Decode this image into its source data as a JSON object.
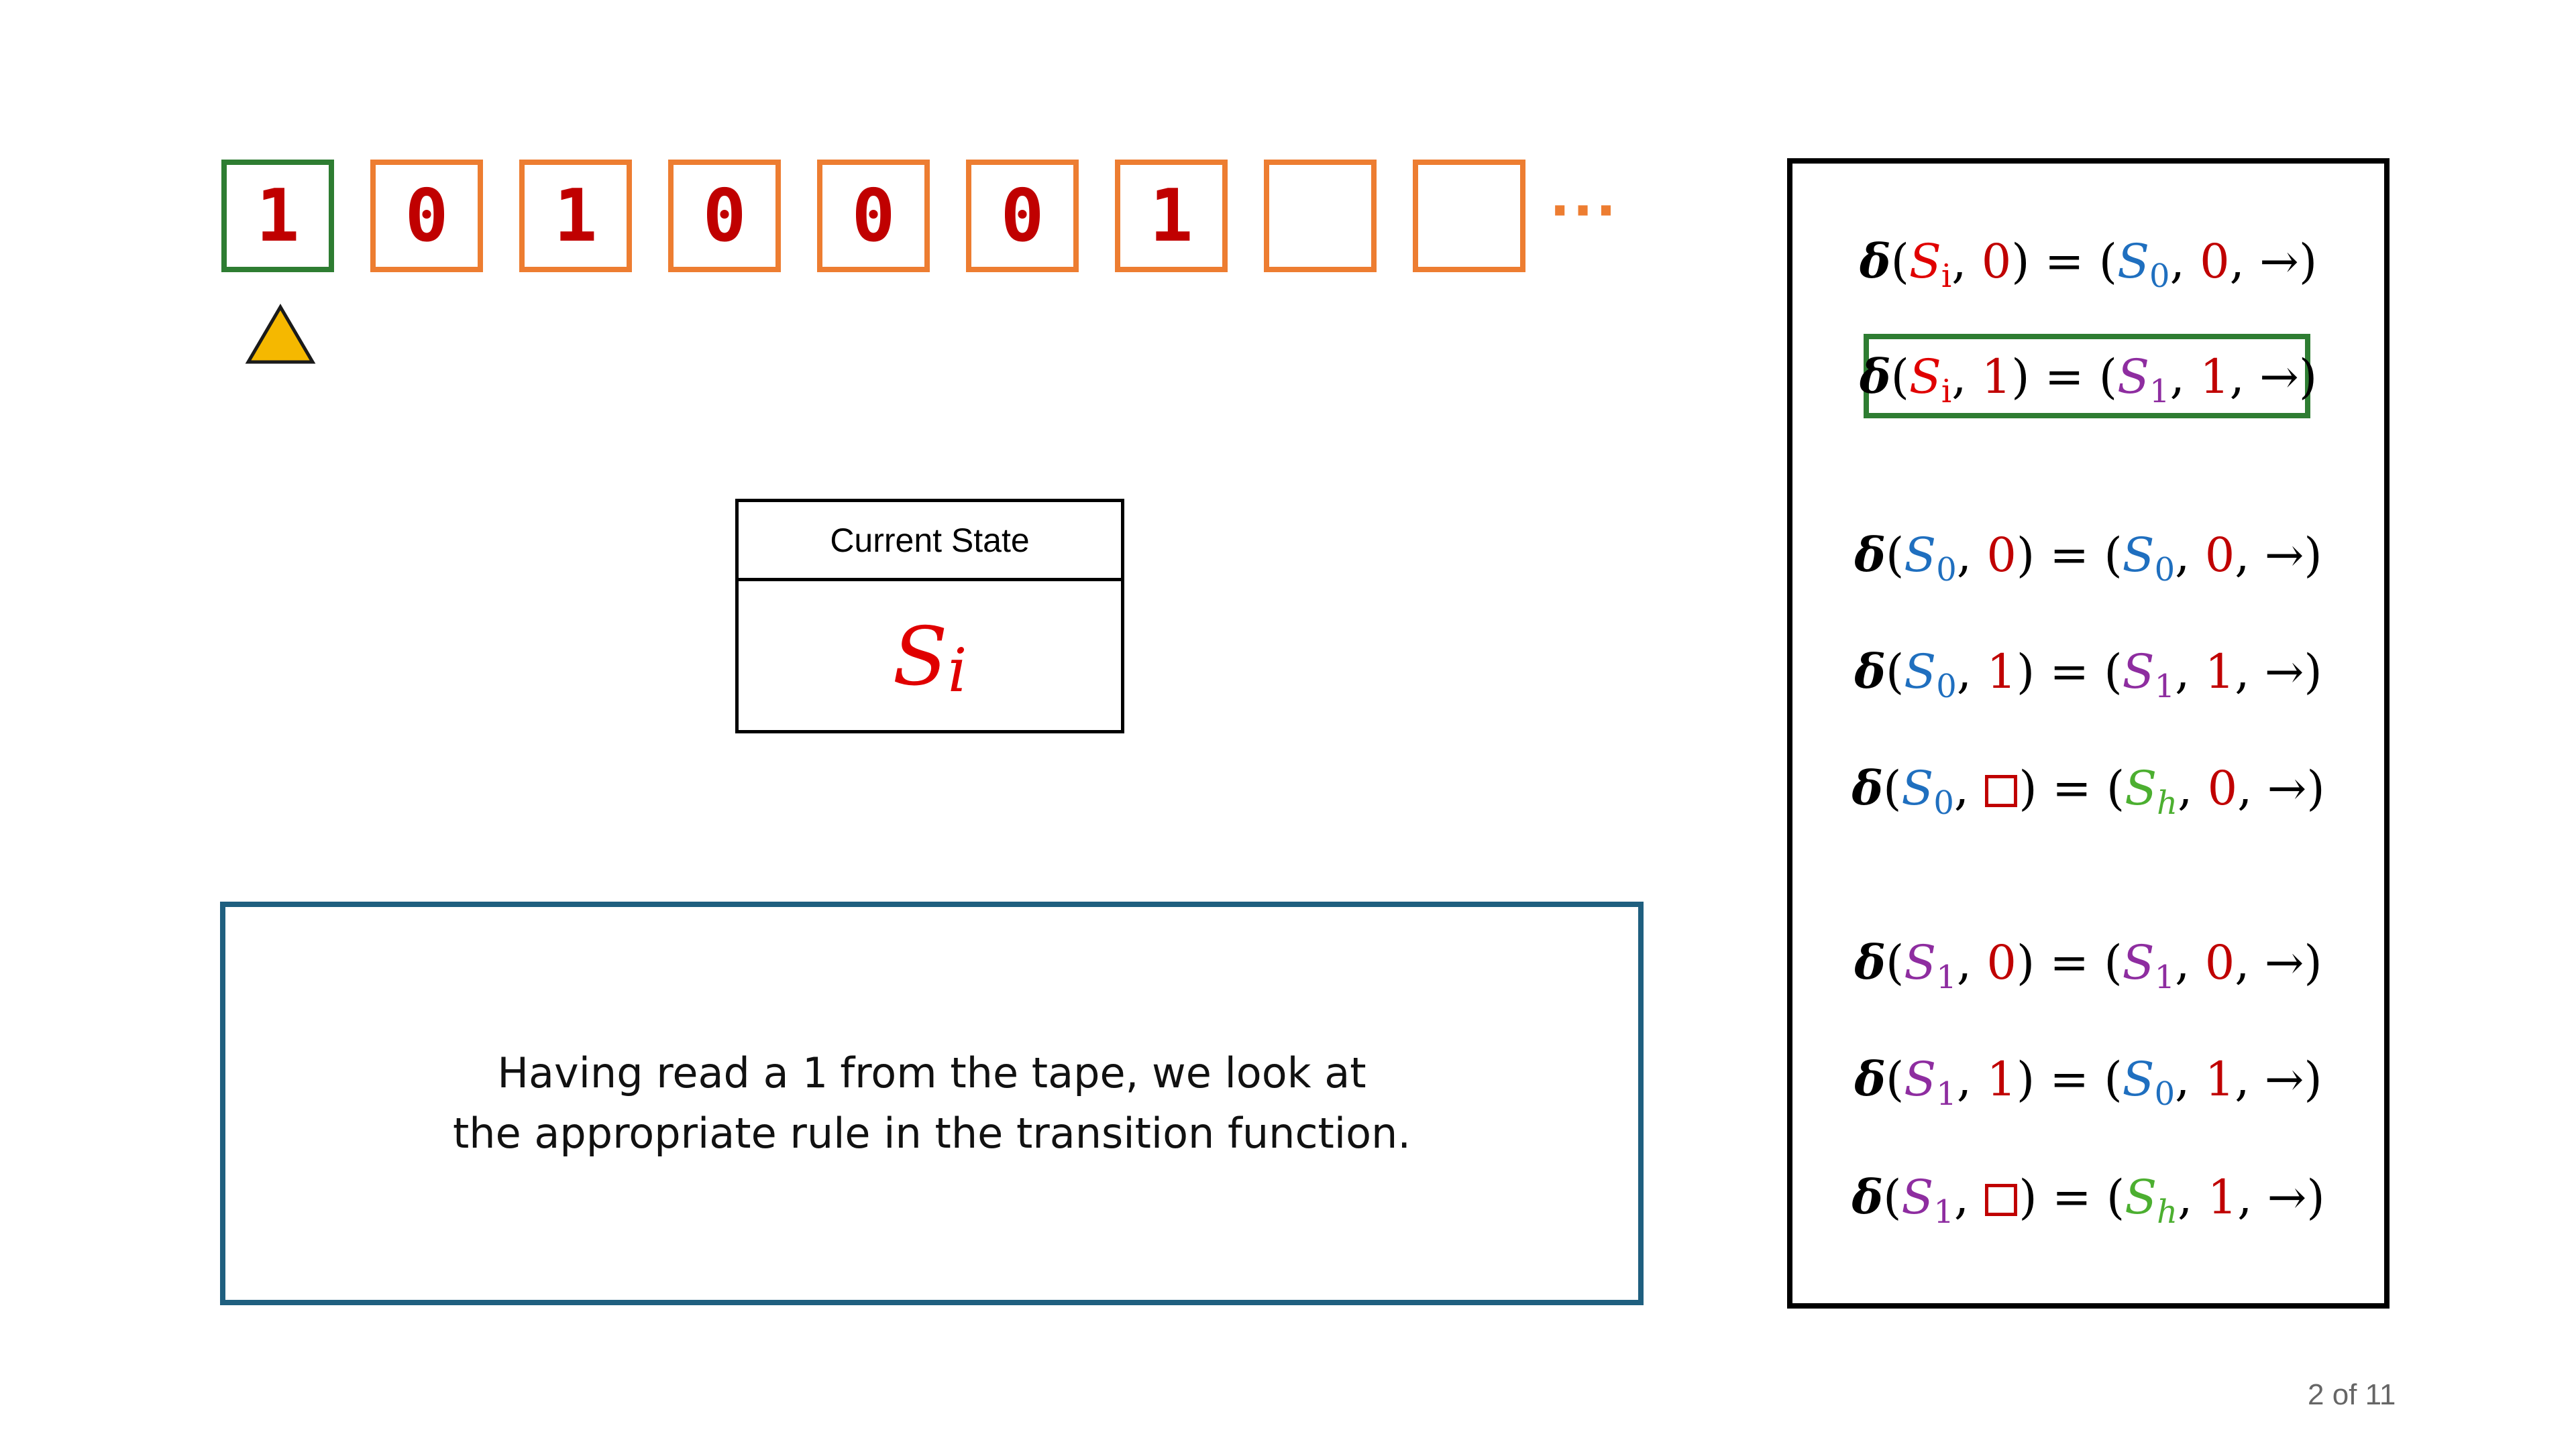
{
  "tape": {
    "cells": [
      "1",
      "0",
      "1",
      "0",
      "0",
      "0",
      "1",
      "",
      ""
    ],
    "ellipsis": "···",
    "head_index": 0
  },
  "state_box": {
    "header": "Current State",
    "state_symbol": "S",
    "state_subscript": "i"
  },
  "description": {
    "line1_before": "Having read a ",
    "line1_mono": "1",
    "line1_after": " from the tape, we look at",
    "line2": "the appropriate rule in the transition function."
  },
  "rules": [
    {
      "delta": "δ",
      "in_state_sub": "i",
      "in_symbol": "0",
      "out_state_sub": "0",
      "out_symbol": "0",
      "arrow": "→",
      "highlighted": false
    },
    {
      "delta": "δ",
      "in_state_sub": "i",
      "in_symbol": "1",
      "out_state_sub": "1",
      "out_symbol": "1",
      "arrow": "→",
      "highlighted": true
    },
    {
      "delta": "δ",
      "in_state_sub": "0",
      "in_symbol": "0",
      "out_state_sub": "0",
      "out_symbol": "0",
      "arrow": "→",
      "highlighted": false
    },
    {
      "delta": "δ",
      "in_state_sub": "0",
      "in_symbol": "1",
      "out_state_sub": "1",
      "out_symbol": "1",
      "arrow": "→",
      "highlighted": false
    },
    {
      "delta": "δ",
      "in_state_sub": "0",
      "in_symbol": "□",
      "out_state_sub": "h",
      "out_symbol": "0",
      "arrow": "→",
      "highlighted": false
    },
    {
      "delta": "δ",
      "in_state_sub": "1",
      "in_symbol": "0",
      "out_state_sub": "1",
      "out_symbol": "0",
      "arrow": "→",
      "highlighted": false
    },
    {
      "delta": "δ",
      "in_state_sub": "1",
      "in_symbol": "1",
      "out_state_sub": "0",
      "out_symbol": "1",
      "arrow": "→",
      "highlighted": false
    },
    {
      "delta": "δ",
      "in_state_sub": "1",
      "in_symbol": "□",
      "out_state_sub": "h",
      "out_symbol": "1",
      "arrow": "→",
      "highlighted": false
    }
  ],
  "colors": {
    "tape_border": "#ED7D31",
    "head_border": "#2E7D32",
    "digit": "#C00000",
    "pointer_fill": "#F5B800",
    "state_i": "#E00000",
    "state_0": "#1F6FBF",
    "state_1": "#8E2DA0",
    "state_h": "#4CAF30",
    "description_border": "#1F5F7F"
  },
  "page_number": "2 of 11"
}
